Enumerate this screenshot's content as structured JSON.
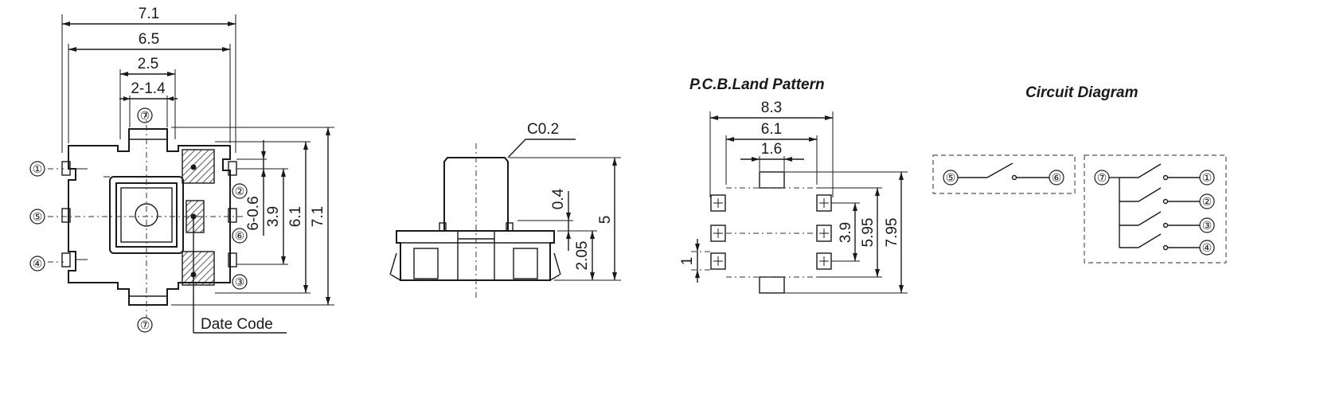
{
  "top_view": {
    "dim_width_outer": "7.1",
    "dim_width_inner": "6.5",
    "dim_actuator": "2.5",
    "dim_pin_width": "2-1.4",
    "dim_pin_pitch": "6-0.6",
    "dim_39": "3.9",
    "dim_61": "6.1",
    "dim_height_outer": "7.1",
    "date_code_label": "Date Code",
    "pins": [
      "①",
      "②",
      "③",
      "④",
      "⑤",
      "⑥",
      "⑦",
      "⑦"
    ]
  },
  "side_view": {
    "chamfer": "C0.2",
    "dim_04": "0.4",
    "dim_5": "5",
    "dim_205": "2.05"
  },
  "pcb": {
    "title": "P.C.B.Land Pattern",
    "dim_83": "8.3",
    "dim_61": "6.1",
    "dim_16": "1.6",
    "dim_1": "1",
    "dim_39": "3.9",
    "dim_595": "5.95",
    "dim_795": "7.95"
  },
  "circuit": {
    "title": "Circuit Diagram",
    "left_pins": [
      "⑤",
      "⑥"
    ],
    "right_common": "⑦",
    "right_pins": [
      "①",
      "②",
      "③",
      "④"
    ]
  }
}
